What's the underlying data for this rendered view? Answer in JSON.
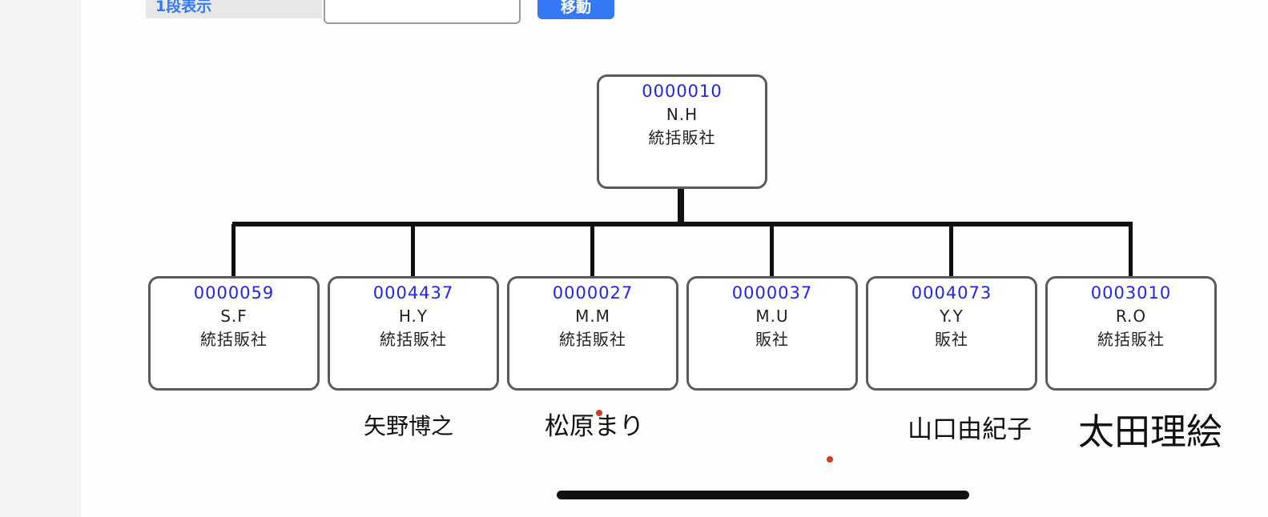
{
  "toolbar": {
    "display_mode_label": "1段表示",
    "input_value": "",
    "move_button_label": "移動"
  },
  "tree": {
    "root": {
      "id": "0000010",
      "name": "N.H",
      "rank": "統括販社"
    },
    "children": [
      {
        "id": "0000059",
        "name": "S.F",
        "rank": "統括販社"
      },
      {
        "id": "0004437",
        "name": "H.Y",
        "rank": "統括販社"
      },
      {
        "id": "0000027",
        "name": "M.M",
        "rank": "統括販社"
      },
      {
        "id": "0000037",
        "name": "M.U",
        "rank": "販社"
      },
      {
        "id": "0004073",
        "name": "Y.Y",
        "rank": "販社"
      },
      {
        "id": "0003010",
        "name": "R.O",
        "rank": "統括販社"
      }
    ]
  },
  "annotations": [
    "矢野博之",
    "松原まり",
    "山口由紀子",
    "太田理絵"
  ],
  "colors": {
    "accent": "#3478f6",
    "id_text": "#2424e8",
    "marker": "#d03a2a"
  }
}
